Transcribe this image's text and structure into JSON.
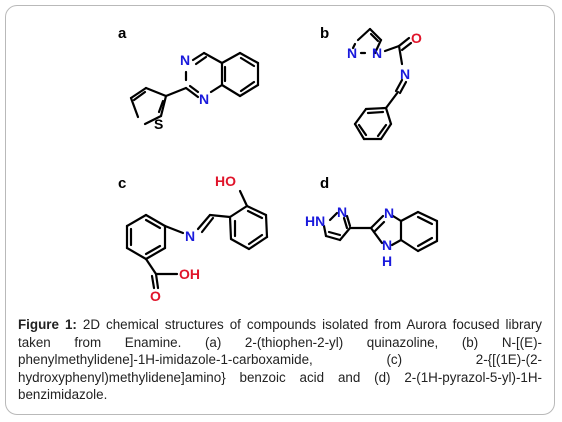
{
  "panels": {
    "a": {
      "label": "a"
    },
    "b": {
      "label": "b"
    },
    "c": {
      "label": "c"
    },
    "d": {
      "label": "d"
    }
  },
  "atoms": {
    "N": "N",
    "S": "S",
    "O": "O",
    "HO": "HO",
    "OH": "OH",
    "HN": "HN",
    "H": "H"
  },
  "caption": {
    "figure_label": "Figure 1:",
    "text": " 2D chemical structures of compounds isolated from Aurora focused library taken from Enamine. (a) 2-(thiophen-2-yl) quinazoline, (b) N-[(E)-phenylmethylidene]-1H-imidazole-1-carboxamide, (c) 2-{[(1E)-(2-hydroxyphenyl)methylidene]amino} benzoic acid and (d) 2-(1H-pyrazol-5-yl)-1H-benzimidazole."
  }
}
